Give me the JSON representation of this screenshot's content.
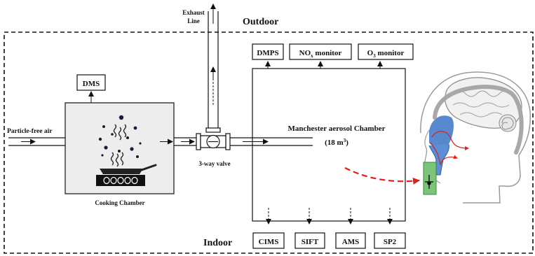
{
  "labels": {
    "exhaust_line_1": "Exhaust",
    "exhaust_line_2": "Line",
    "outdoor": "Outdoor",
    "indoor": "Indoor",
    "particle_free_air": "Particle-free air",
    "cooking_chamber": "Cooking Chamber",
    "three_way_valve": "3-way valve",
    "manchester_chamber": "Manchester aerosol Chamber",
    "chamber_volume_prefix": "(18 m",
    "chamber_volume_sup": "3",
    "chamber_volume_suffix": ")"
  },
  "instruments_top": {
    "dms": "DMS",
    "dmps": "DMPS",
    "nox_prefix": "NO",
    "nox_sub": "x",
    "nox_suffix": " monitor",
    "o3_prefix": "O",
    "o3_sub": "3",
    "o3_suffix": " monitor"
  },
  "instruments_bottom": {
    "cims": "CIMS",
    "sift": "SIFT",
    "ams": "AMS",
    "sp2": "SP2"
  },
  "colors": {
    "stroke": "#111111",
    "chamber_fill": "#ededed",
    "airway_blue": "#3b73c4",
    "sampling_green": "#7cc47a",
    "dashed_red": "#e0201b",
    "head_gray": "#9a9a9a"
  },
  "icons": {
    "pan": "frying-pan-icon",
    "hob": "hot-plate-icon",
    "valve": "three-way-valve-icon",
    "head": "human-head-airway-icon"
  }
}
